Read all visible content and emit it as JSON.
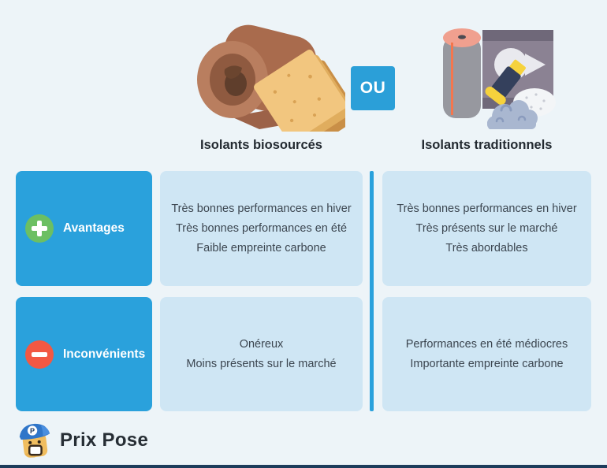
{
  "colors": {
    "background": "#edf4f8",
    "accent_blue": "#2aa1dc",
    "or_box_blue": "#2b9fd8",
    "panel_light_blue": "#cfe6f4",
    "plus_green": "#6cbf63",
    "minus_red": "#f25843",
    "title_dark": "#232a31",
    "body_text": "#3c4650",
    "footer_navy": "#1d3c5b"
  },
  "comparison": {
    "or_label": "OU",
    "columns": [
      {
        "title": "Isolants biosourcés",
        "illustration": "biosourced-insulation"
      },
      {
        "title": "Isolants traditionnels",
        "illustration": "traditional-insulation"
      }
    ],
    "rows": [
      {
        "label": "Avantages",
        "icon": "plus-icon",
        "icon_color": "#6cbf63",
        "biosourced": [
          "Très bonnes performances en hiver",
          "Très bonnes performances en été",
          "Faible empreinte carbone"
        ],
        "traditional": [
          "Très bonnes performances en hiver",
          "Très présents sur le marché",
          "Très abordables"
        ]
      },
      {
        "label": "Inconvénients",
        "icon": "minus-icon",
        "icon_color": "#f25843",
        "biosourced": [
          "Onéreux",
          "Moins présents sur le marché"
        ],
        "traditional": [
          "Performances en été médiocres",
          "Importante empreinte carbone"
        ]
      }
    ]
  },
  "footer": {
    "brand": "Prix Pose",
    "logo_letter": "P"
  }
}
